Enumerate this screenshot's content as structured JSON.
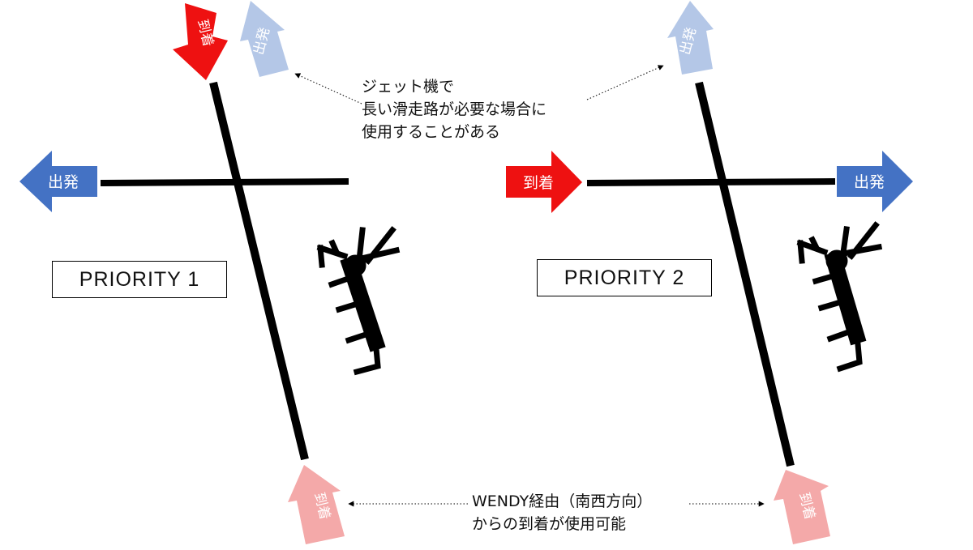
{
  "colors": {
    "arrival": "#ee1111",
    "departure": "#4472c4",
    "arrival_faded": "#f4a9a9",
    "departure_faded": "#b4c7e7",
    "runway": "#000000"
  },
  "labels": {
    "arrival": "到着",
    "departure": "出発"
  },
  "panel_left": {
    "title": "PRIORITY 1"
  },
  "panel_right": {
    "title": "PRIORITY 2"
  },
  "note_top": {
    "line1": "ジェット機で",
    "line2": "長い滑走路が必要な場合に",
    "line3": "使用することがある"
  },
  "note_bottom": {
    "line1": "WENDY経由（南西方向）",
    "line2": "からの到着が使用可能"
  }
}
